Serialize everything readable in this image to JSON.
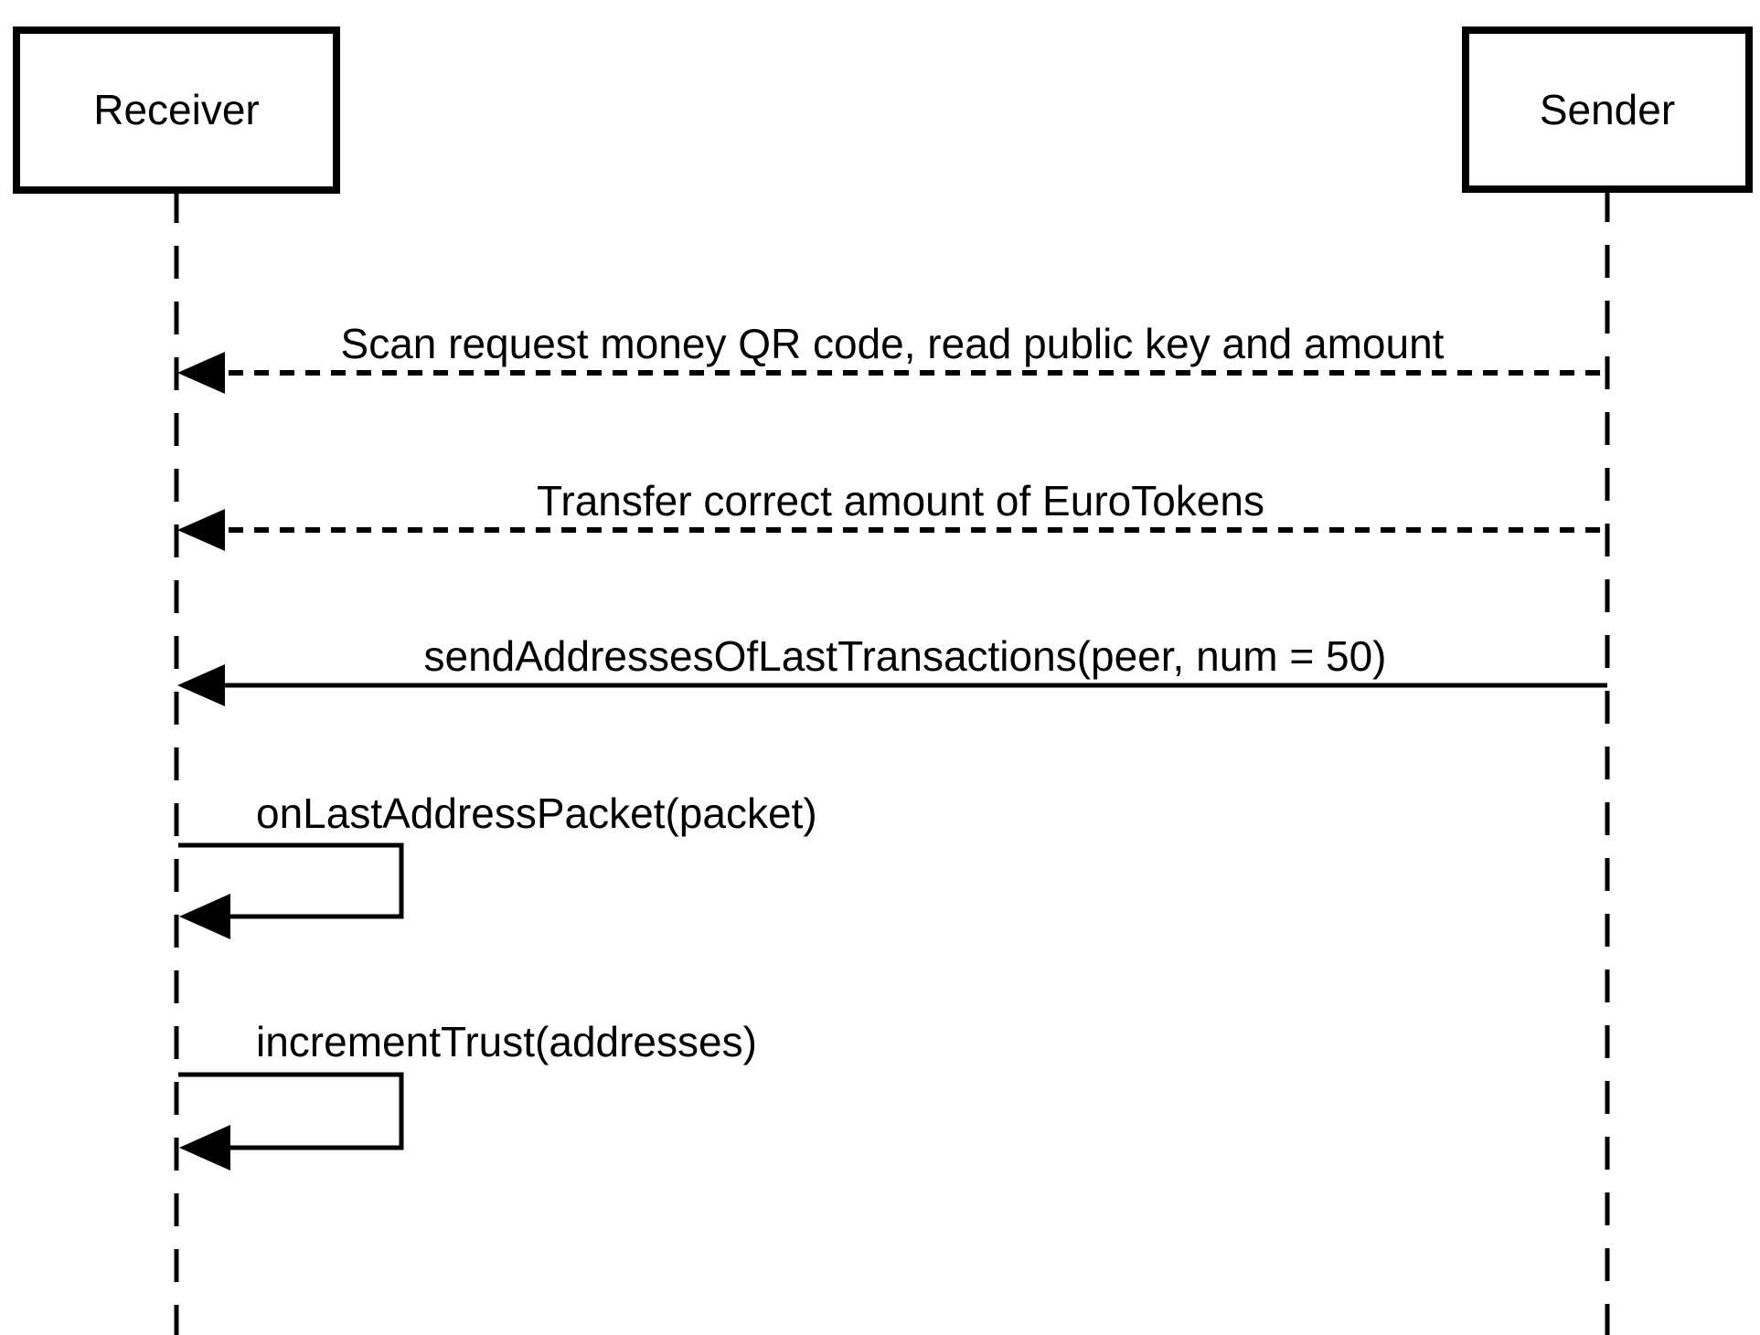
{
  "diagram": {
    "type": "uml-sequence-diagram",
    "background_color": "#ffffff",
    "line_color": "#000000",
    "actors": [
      {
        "name": "Receiver"
      },
      {
        "name": "Sender"
      }
    ],
    "messages": [
      {
        "label": "Scan request money QR code, read public key and amount",
        "from": "Sender",
        "to": "Receiver",
        "line_style": "dashed",
        "kind": "message"
      },
      {
        "label": "Transfer correct amount of EuroTokens",
        "from": "Sender",
        "to": "Receiver",
        "line_style": "dashed",
        "kind": "message"
      },
      {
        "label": "sendAddressesOfLastTransactions(peer, num = 50)",
        "from": "Sender",
        "to": "Receiver",
        "line_style": "solid",
        "kind": "message"
      },
      {
        "label": "onLastAddressPacket(packet)",
        "from": "Receiver",
        "to": "Receiver",
        "line_style": "solid",
        "kind": "self-message"
      },
      {
        "label": "incrementTrust(addresses)",
        "from": "Receiver",
        "to": "Receiver",
        "line_style": "solid",
        "kind": "self-message"
      }
    ]
  }
}
